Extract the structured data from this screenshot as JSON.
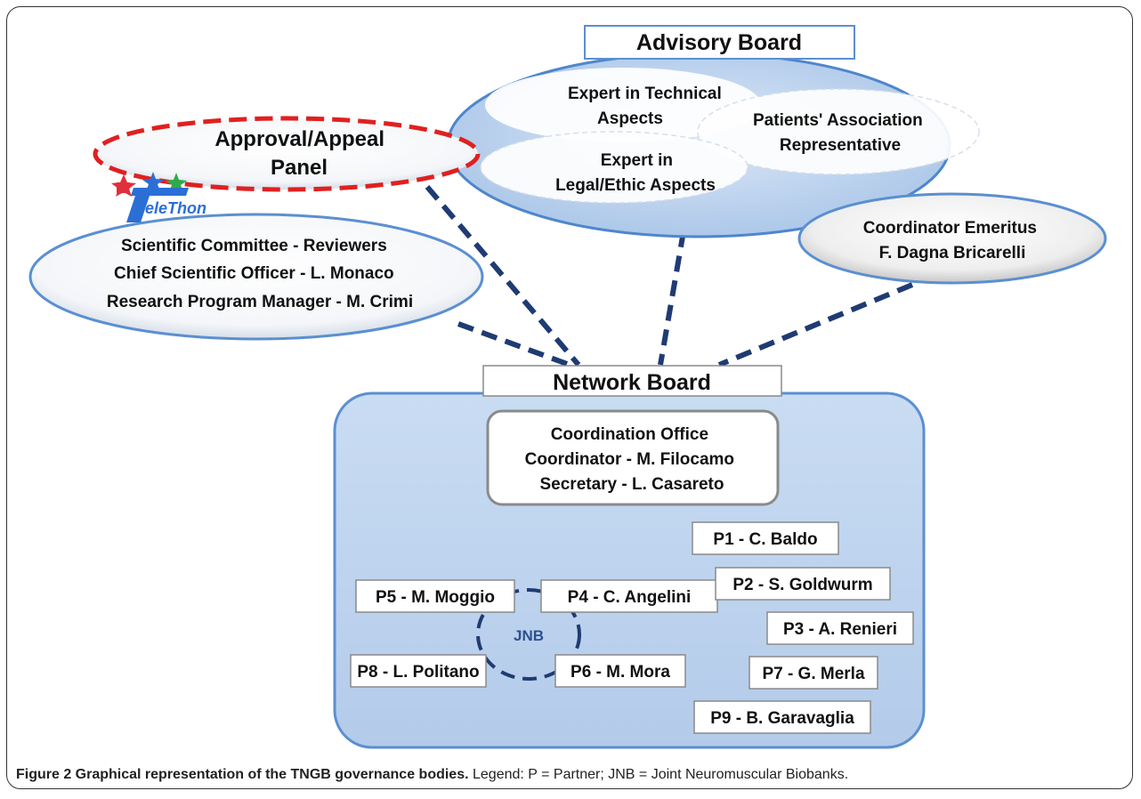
{
  "boards": {
    "advisory": {
      "title": "Advisory Board",
      "members": {
        "technical": [
          "Expert in Technical",
          "Aspects"
        ],
        "patients": [
          "Patients' Association",
          "Representative"
        ],
        "legal": [
          "Expert in",
          "Legal/Ethic Aspects"
        ]
      }
    },
    "approval": {
      "title": [
        "Approval/Appeal",
        "Panel"
      ]
    },
    "telethon": {
      "logo_text": "eleThon",
      "lines": [
        "Scientific Committee - Reviewers",
        "Chief Scientific Officer - L. Monaco",
        "Research Program Manager - M. Crimi"
      ]
    },
    "emeritus": {
      "lines": [
        "Coordinator Emeritus",
        "F. Dagna Bricarelli"
      ]
    },
    "network": {
      "title": "Network Board",
      "office": [
        "Coordination Office",
        "Coordinator - M. Filocamo",
        "Secretary - L. Casareto"
      ],
      "jnb_label": "JNB",
      "partners": {
        "p1": "P1 - C. Baldo",
        "p2": "P2 - S. Goldwurm",
        "p3": "P3 - A. Renieri",
        "p4": "P4 - C. Angelini",
        "p5": "P5 - M. Moggio",
        "p6": "P6 - M. Mora",
        "p7": "P7 - G. Merla",
        "p8": "P8 - L. Politano",
        "p9": "P9 - B. Garavaglia"
      }
    }
  },
  "caption": {
    "bold": "Figure 2 Graphical representation of the TNGB governance bodies.",
    "text": " Legend: P = Partner; JNB = Joint Neuromuscular Biobanks."
  },
  "colors": {
    "ellipse_fill": "#bcd3ee",
    "ellipse_stroke": "#5b8fd1",
    "connector": "#1f3b73",
    "approval_dash": "#e02020",
    "network_fill": "#b9d0ec"
  }
}
